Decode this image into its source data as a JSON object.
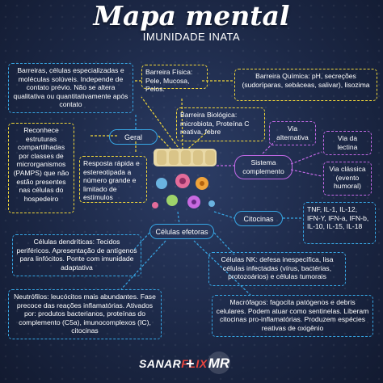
{
  "header": {
    "title": "Mapa mental",
    "subtitle": "IMUNIDADE INATA"
  },
  "nodes": {
    "barreiras": "Barreiras, células especializadas e moléculas solúveis. Independe de contato prévio. Não se altera qualitativa ou quantitativamente após contato",
    "barreira_fisica": "Barreira Física: Pele, Mucosa, Pelos.",
    "barreira_quimica": "Barreira Química: pH, secreções (sudoríparas, sebáceas, salivar), lisozima",
    "barreira_biologica": "Barreira Biológica: microbiota, Proteína C reativa, febre",
    "reconhece": "Reconhece estruturas compartilhadas por classes de microrganismos (PAMPS) que não estão presentes nas células do hospedeiro",
    "resposta": "Resposta rápida e estereotipada a número grande e limitado de estímulos",
    "geral": "Geral",
    "via_alternativa": "Via alternativa",
    "via_lectina": "Via da lectina",
    "via_classica": "Via clássica (evento humoral)",
    "sistema_complemento": "Sistema complemento",
    "citocinas": "Citocinas",
    "citocinas_lista": "TNF, IL-1, IL-12, IFN-Y, IFN-a, IFN-b, IL-10, IL-15, IL-18",
    "celulas_efetoras": "Células efetoras",
    "dendriticas": "Células dendríticas: Tecidos periféricos. Apresentação de antígenos para linfócitos. Ponte com imunidade adaptativa",
    "nk": "Células NK: defesa inespecífica, lisa células infectadas (vírus, bactérias, protozoários) e células tumorais",
    "neutrofilos": "Neutrófilos: leucócitos mais abundantes. Fase precoce das reações inflamatórias. Ativados por: produtos bacterianos, proteínas do complemento (C5a), imunocomplexos (IC), citocinas",
    "macrofagos": "Macrófagos: fagocita patógenos e debris celulares. Podem atuar como sentinelas. Liberam citocinas pro-inflamatórias. Produzem espécies reativas de oxigênio"
  },
  "footer": {
    "logo_sanar": "SANAR",
    "logo_flix": "FLIX",
    "plus": "+",
    "logo_mr": "MR"
  },
  "colors": {
    "background": "#1e2b4a",
    "blue": "#37a8e6",
    "yellow": "#f2d83a",
    "purple": "#c56ae8",
    "text": "#ffffff"
  }
}
